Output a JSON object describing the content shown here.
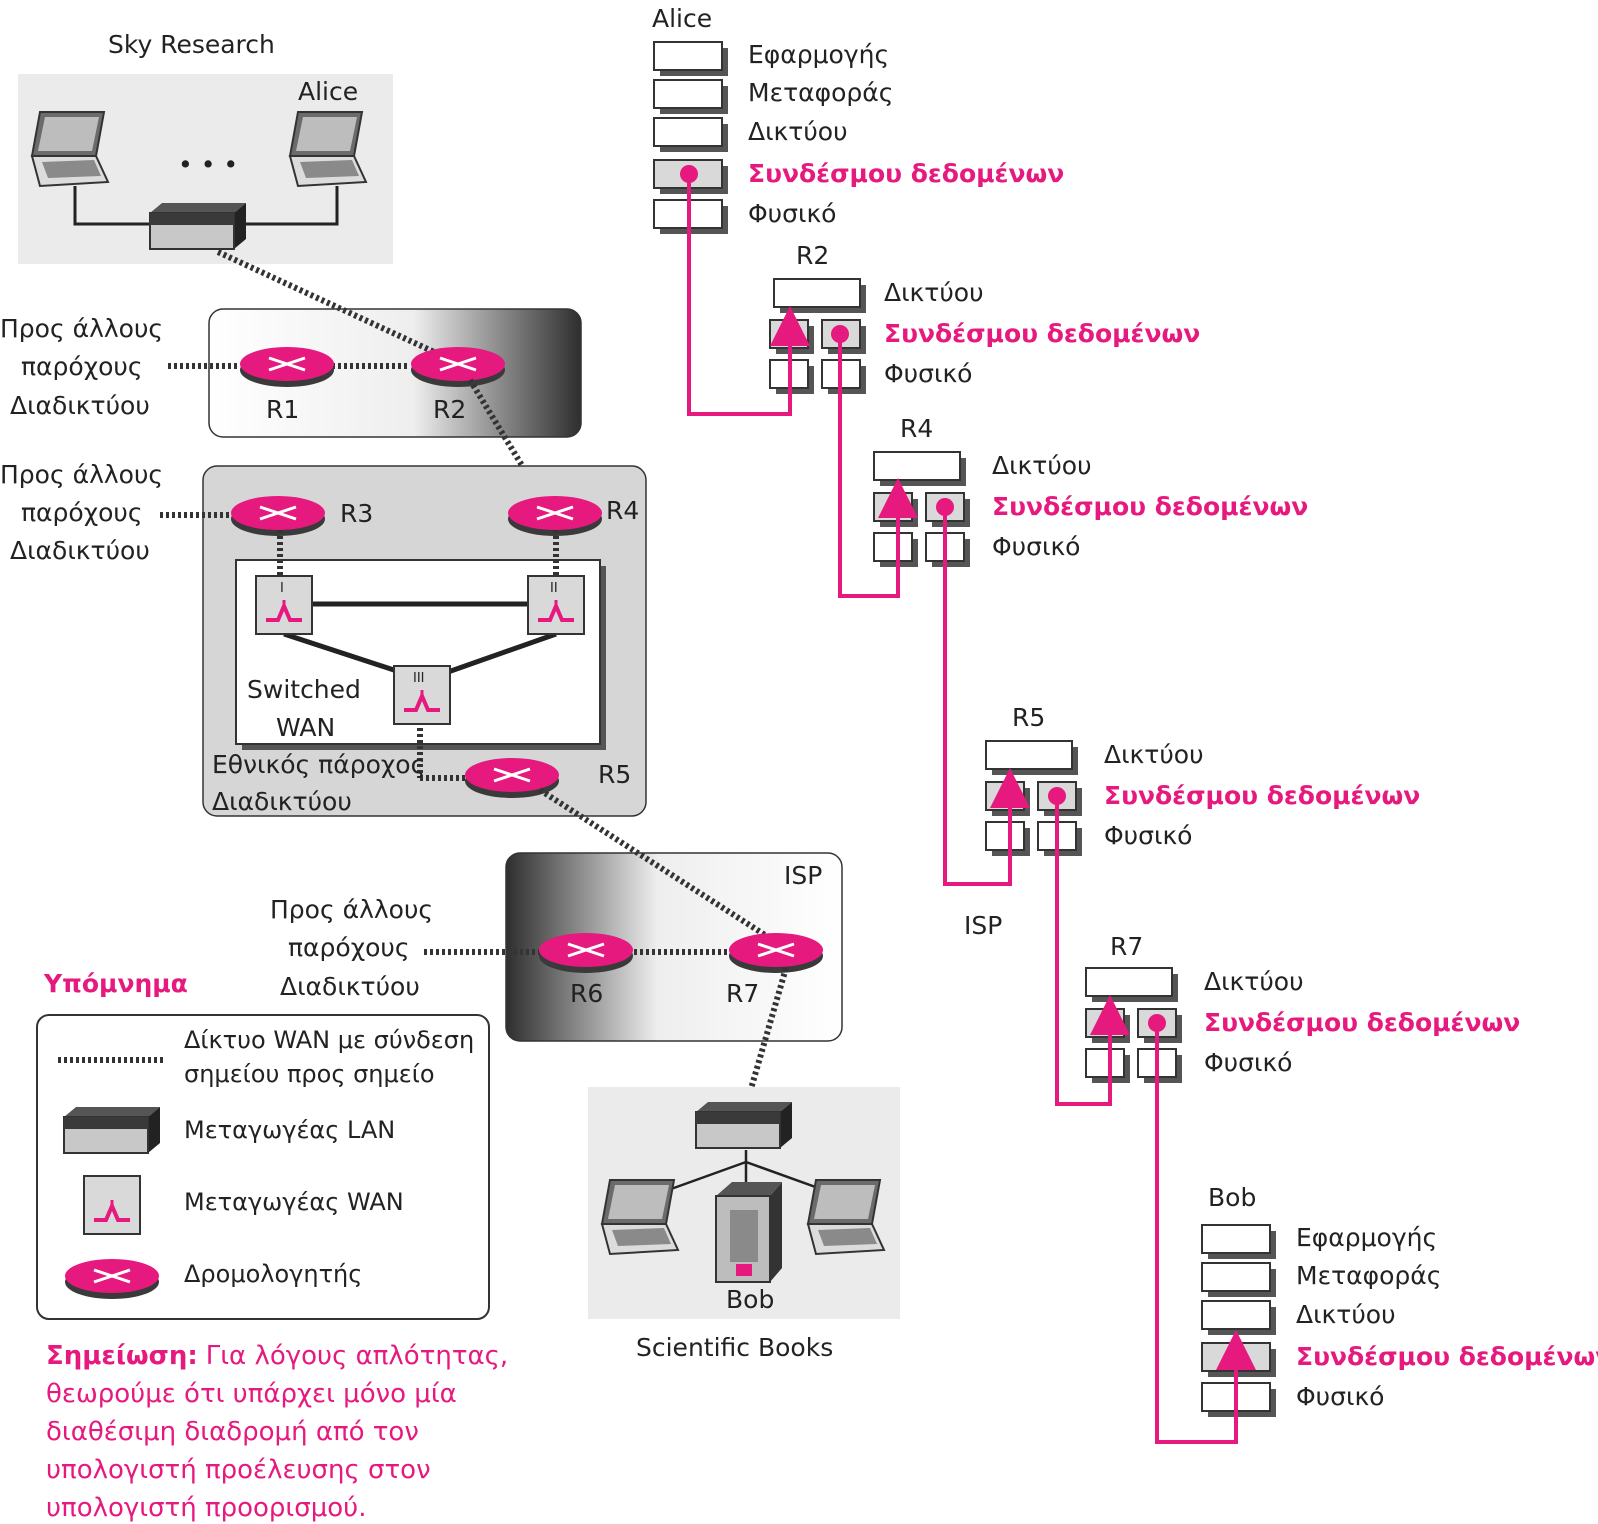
{
  "colors": {
    "accent": "#e6197e",
    "dark": "#333333",
    "box": "#d9d9d9",
    "panel": "#ebebeb"
  },
  "left": {
    "sky_title": "Sky Research",
    "alice": "Alice",
    "dots": "• • •",
    "r1": "R1",
    "r2": "R2",
    "r3": "R3",
    "r4": "R4",
    "r5": "R5",
    "r6": "R6",
    "r7": "R7",
    "other_isp_1": "Προς άλλους",
    "other_isp_2": "παρόχους",
    "other_isp_3": "Διαδικτύου",
    "wan_switch_1": "I",
    "wan_switch_2": "II",
    "wan_switch_3": "III",
    "switched_wan_1": "Switched",
    "switched_wan_2": "WAN",
    "national_isp_1": "Εθνικός πάροχος",
    "national_isp_2": "Διαδικτύου",
    "isp": "ISP",
    "bob": "Bob",
    "sci_books": "Scientific Books"
  },
  "legend": {
    "title": "Υπόμνημα",
    "wan_p2p_1": "Δίκτυο WAN με σύνδεση",
    "wan_p2p_2": "σημείου προς σημείο",
    "lan_switch": "Μεταγωγέας LAN",
    "wan_switch": "Μεταγωγέας WAN",
    "router": "Δρομολογητής"
  },
  "note": {
    "label": "Σημείωση:",
    "line1": "Για λόγους απλότητας,",
    "line2": "θεωρούμε ότι υπάρχει μόνο μία",
    "line3": "διαθέσιμη διαδρομή από τον",
    "line4": "υπολογιστή προέλευσης στον",
    "line5": "υπολογιστή προορισμού."
  },
  "layers": {
    "application": "Εφαρμογής",
    "transport": "Μεταφοράς",
    "network": "Δικτύου",
    "datalink": "Συνδέσμου δεδομένων",
    "physical": "Φυσικό"
  },
  "stack_titles": {
    "alice": "Alice",
    "r2": "R2",
    "r4": "R4",
    "r5": "R5",
    "isp": "ISP",
    "r7": "R7",
    "bob": "Bob"
  }
}
